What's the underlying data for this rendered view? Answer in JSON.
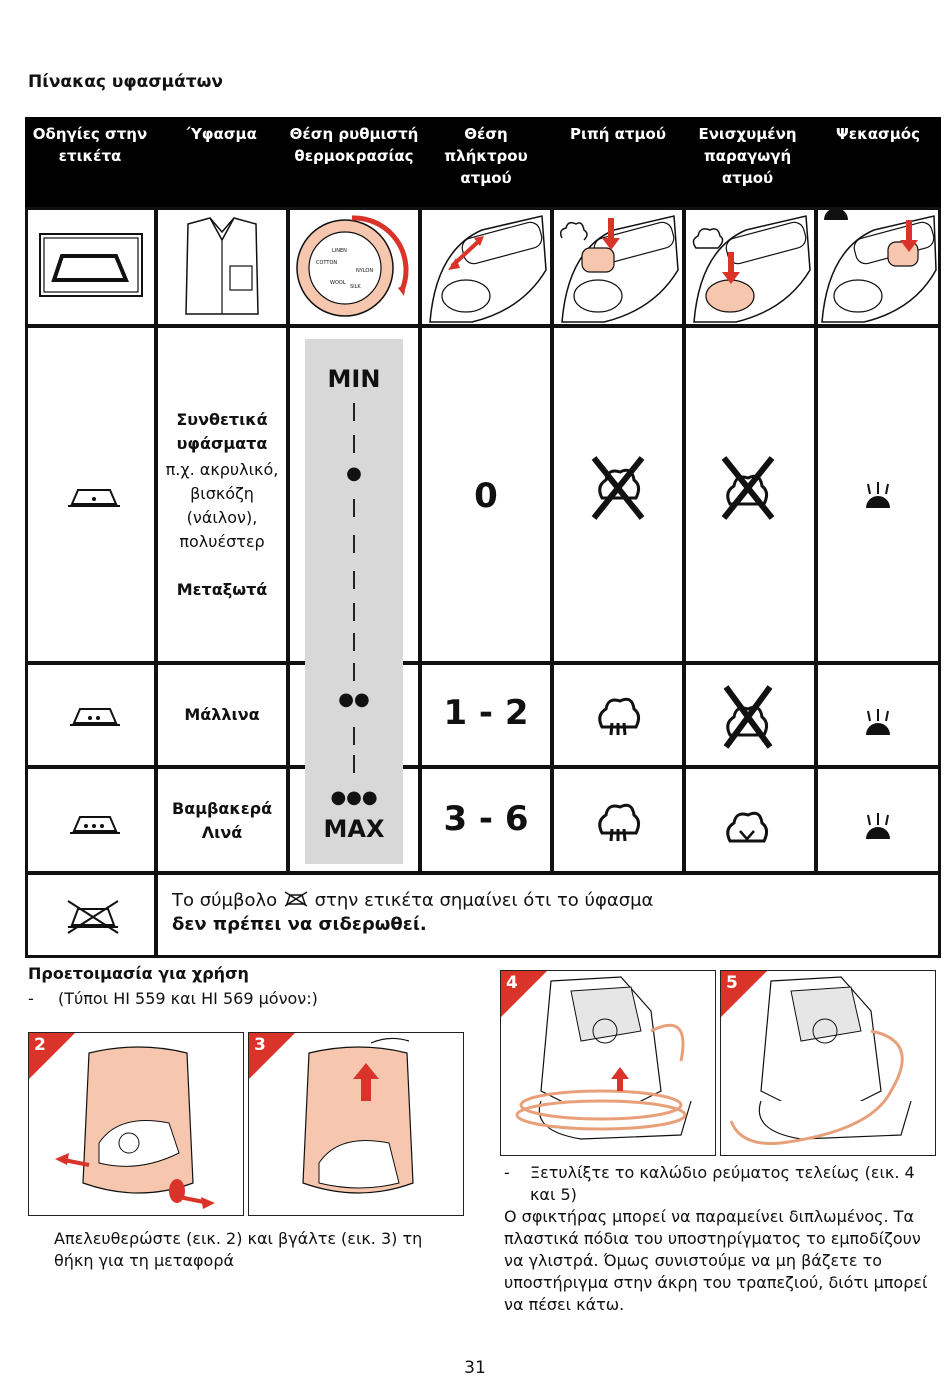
{
  "title": "Πίνακας υφασμάτων",
  "table": {
    "headers": [
      "Οδηγίες στην ετικέτα",
      "Ύφασμα",
      "Θέση ρυθμιστή θερμοκρασίας",
      "Θέση πλήκτρου ατμού",
      "Ριπή ατμού",
      "Ενισχυμένη παραγωγή ατμού",
      "Ψεκασμός"
    ],
    "rows": [
      {
        "fabric_bold": "Συνθετικά υφάσματα",
        "fabric_sub": "π.χ. ακρυλικό, βισκόζη (νάιλον), πολυέστερ",
        "fabric_bold2": "Μεταξωτά",
        "steam": "0"
      },
      {
        "fabric_bold": "Μάλλινα",
        "steam": "1 - 2"
      },
      {
        "fabric_bold": "Βαμβακερά Λινά",
        "steam": "3 - 6"
      }
    ],
    "scale": {
      "min": "MIN",
      "max": "MAX",
      "dot1": "●",
      "dot2": "●●",
      "dot3": "●●●"
    },
    "dial_labels": [
      "LINEN",
      "COTTON",
      "WOOL",
      "SILK",
      "NYLON"
    ],
    "note_prefix": "Το σύμβολο",
    "note_suffix": "στην ετικέτα σημαίνει ότι το ύφασμα",
    "note_bold": "δεν πρέπει να σιδερωθεί."
  },
  "prep": {
    "title": "Προετοιμασία για χρήση",
    "line1_dash": "-",
    "line1": "(Τύποι HI 559 και HI 569 μόνον:)",
    "caption_left": "Απελευθερώστε (εικ. 2) και βγάλτε (εικ. 3) τη θήκη για τη μεταφορά",
    "bullet_dash": "-",
    "bullet_right": "Ξετυλίξτε το καλώδιο ρεύματος τελείως (εικ. 4 και 5)",
    "para_right": "Ο σφικτήρας μπορεί να παραμείνει διπλωμένος. Τα πλαστικά πόδια του υποστηρίγματος το εμποδίζουν να γλιστρά. Όμως συνιστούμε να μη βάζετε το υποστήριγμα στην άκρη του τραπεζιού, διότι μπορεί να πέσει κάτω.",
    "figures": [
      "2",
      "3",
      "4",
      "5"
    ]
  },
  "page_number": "31",
  "colors": {
    "accent": "#d9332a",
    "peach": "#f6c7ae",
    "gray": "#d8d8d8"
  }
}
